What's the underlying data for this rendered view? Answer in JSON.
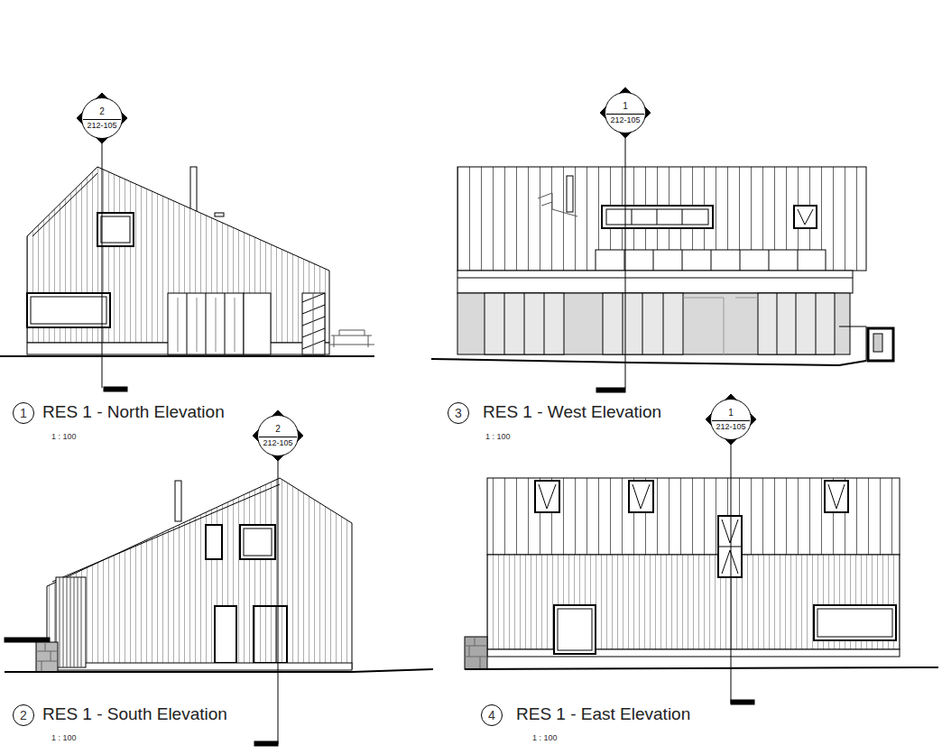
{
  "diagram": {
    "nodes": [
      {
        "text": [
          "2",
          "212-105"
        ]
      },
      {
        "text": [
          "1",
          "212-105"
        ]
      },
      {
        "text": [
          "1"
        ]
      },
      {
        "text": [
          "3"
        ]
      },
      {
        "text": [
          "2",
          "212-105"
        ]
      },
      {
        "text": [
          "1",
          "212-105"
        ]
      },
      {
        "text": [
          "2"
        ]
      },
      {
        "text": [
          "4"
        ]
      }
    ],
    "labels": [
      "RES 1 - North Elevation",
      "1 : 100",
      "RES 1 - West Elevation",
      "1 : 100",
      "RES 1 - South Elevation",
      "1 : 100",
      "RES 1 - East Elevation",
      "1 : 100"
    ]
  }
}
